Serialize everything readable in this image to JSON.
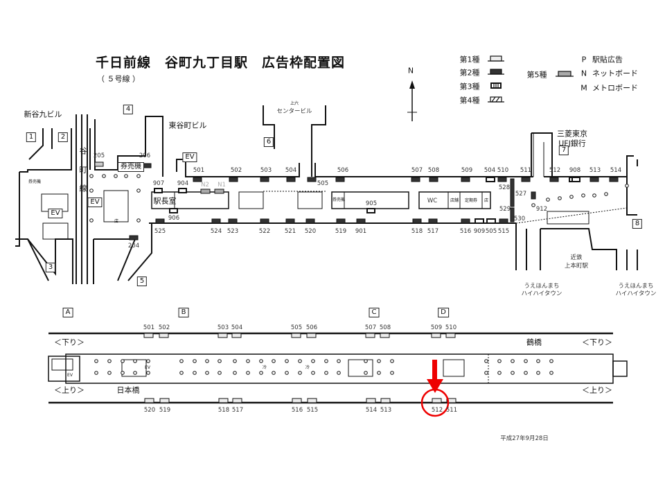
{
  "title": "千日前線　谷町九丁目駅　広告枠配置図",
  "subtitle": "（ ５号線 ）",
  "compass": "N",
  "legend": {
    "type1": "第1種",
    "type2": "第2種",
    "type3": "第3種",
    "type4": "第4種",
    "type5": "第5種",
    "codes": [
      {
        "letter": "P",
        "label": "駅貼広告"
      },
      {
        "letter": "N",
        "label": "ネットボード"
      },
      {
        "letter": "M",
        "label": "メトロボード"
      }
    ]
  },
  "colors": {
    "dark": "#333333",
    "gray": "#aaaaaa",
    "light": "#eeeeee",
    "red": "#e00000"
  },
  "concourse": {
    "buildings": {
      "shintani": "新谷九ビル",
      "higashi": "東谷町ビル",
      "uehon1": "上六",
      "uehon2": "センタービル",
      "bank1": "三菱東京",
      "bank2": "UFJ銀行",
      "kintetsu1": "近鉄",
      "kintetsu2": "上本町駅",
      "hai1": "うえほんまち",
      "hai2": "ハイハイタウン"
    },
    "line": [
      "谷",
      "町",
      "線"
    ],
    "exits": [
      "1",
      "2",
      "3",
      "4",
      "5",
      "6",
      "7",
      "8"
    ],
    "rooms": {
      "stationmaster": "駅長室",
      "wc": "WC",
      "shop": "店舗",
      "commuter": "定期券",
      "store": "店",
      "ticket": "券売機",
      "ev": "EV"
    },
    "top_ads": [
      "501",
      "502",
      "503",
      "504",
      "505",
      "506",
      "507",
      "508",
      "509",
      "504",
      "510",
      "511",
      "512",
      "908",
      "513",
      "514"
    ],
    "bottom_ads": [
      "525",
      "524",
      "523",
      "522",
      "521",
      "520",
      "519",
      "901",
      "518",
      "517",
      "516",
      "909",
      "505",
      "515"
    ],
    "other_ads": [
      "205",
      "206",
      "204",
      "907",
      "904",
      "N2",
      "N1",
      "906",
      "905",
      "528",
      "527",
      "529",
      "530",
      "912"
    ]
  },
  "platform": {
    "sections": [
      "A",
      "B",
      "C",
      "D"
    ],
    "top_ads": [
      "501",
      "502",
      "503",
      "504",
      "505",
      "506",
      "507",
      "508",
      "509",
      "510"
    ],
    "bottom_ads": [
      "520",
      "519",
      "518",
      "517",
      "516",
      "515",
      "514",
      "513",
      "512",
      "511"
    ],
    "down": "＜下り＞",
    "up": "＜上り＞",
    "tsuruhashi": "鶴橋",
    "nipponbashi": "日本橋",
    "ev": "EV",
    "cool": "冷",
    "highlighted": "512"
  },
  "date": "平成27年9月28日"
}
